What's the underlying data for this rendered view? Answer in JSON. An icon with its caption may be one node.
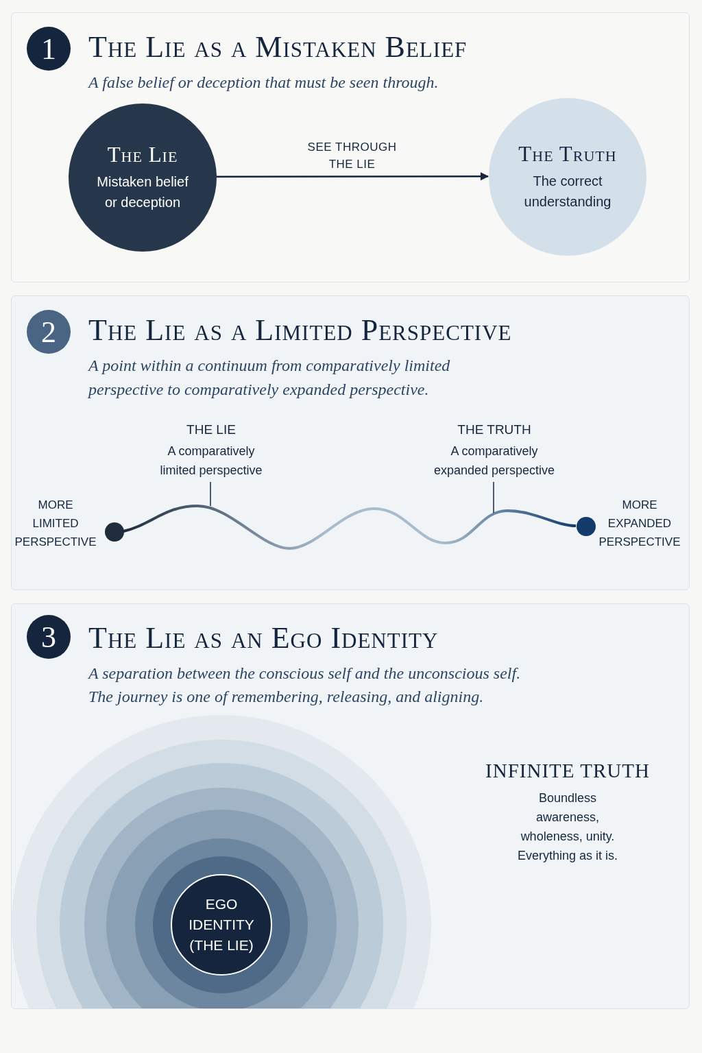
{
  "diagram": {
    "nodes": [
      {
        "text": [
          "The Lie as a Mistaken Belief",
          "A false belief or deception that must be seen through."
        ]
      },
      {
        "text": [
          "1"
        ],
        "in": 0
      },
      {
        "text": [
          "The Lie",
          "Mistaken belief or deception"
        ],
        "in": 0
      },
      {
        "text": [
          "The Truth",
          "The correct understanding"
        ],
        "in": 0
      },
      {
        "text": [
          "The Lie as a Limited Perspective",
          "A point within a continuum from comparatively limited perspective to comparatively expanded perspective."
        ]
      },
      {
        "text": [
          "2"
        ],
        "in": 4
      },
      {
        "text": [
          "THE LIE",
          "A comparatively limited perspective"
        ],
        "in": 4
      },
      {
        "text": [
          "THE TRUTH",
          "A comparatively expanded perspective"
        ],
        "in": 4
      },
      {
        "text": [],
        "shape": "circle",
        "in": 4,
        "beside": [
          "MORE LIMITED PERSPECTIVE"
        ]
      },
      {
        "text": [],
        "shape": "circle",
        "in": 4,
        "beside": [
          "MORE EXPANDED PERSPECTIVE"
        ]
      },
      {
        "text": [
          "The Lie as an Ego Identity",
          "A separation between the conscious self and the unconscious self.",
          "The journey is one of remembering, releasing, and aligning."
        ]
      },
      {
        "text": [
          "3"
        ],
        "in": 10
      },
      {
        "text": [
          "EGO IDENTITY (THE LIE)"
        ],
        "in": 10
      }
    ],
    "edges": [
      {
        "from": 2,
        "to": 3,
        "arrow": "to",
        "label": "SEE THROUGH THE LIE"
      },
      {
        "from": 8,
        "to": 9,
        "arrow": "none"
      },
      {
        "from": 6,
        "to": null,
        "arrow": "none"
      },
      {
        "from": 7,
        "to": null,
        "arrow": "none"
      }
    ],
    "labels": [
      "INFINITE TRUTH",
      "Boundless awareness, wholeness, unity. Everything as it is."
    ]
  }
}
